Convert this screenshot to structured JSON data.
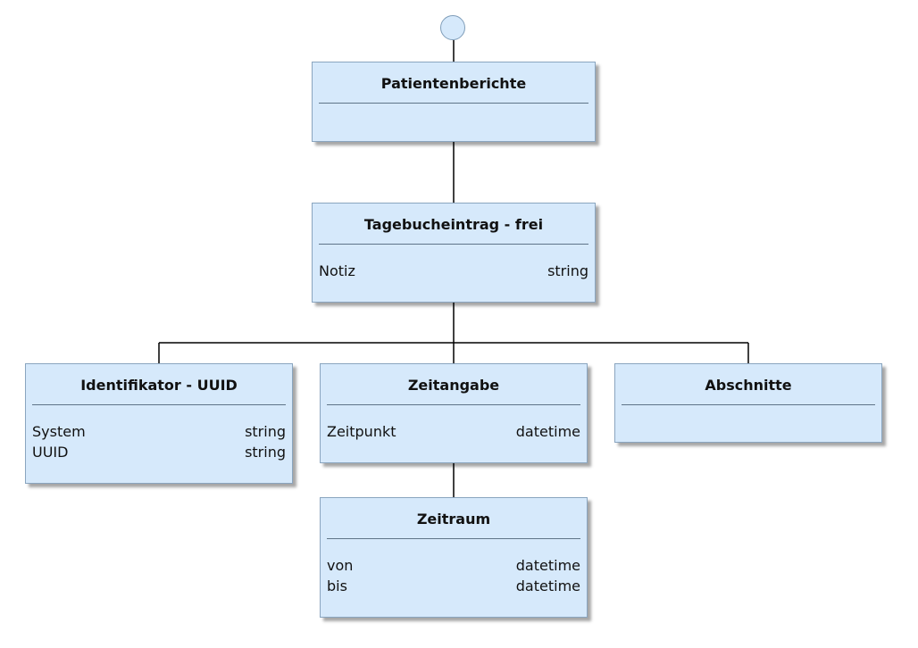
{
  "diagram": {
    "start": {
      "label": ""
    },
    "nodes": {
      "patientenberichte": {
        "title": "Patientenberichte",
        "attributes": []
      },
      "tagebucheintrag": {
        "title": "Tagebucheintrag - frei",
        "attributes": [
          {
            "name": "Notiz",
            "type": "string"
          }
        ]
      },
      "identifikator": {
        "title": "Identifikator - UUID",
        "attributes": [
          {
            "name": "System",
            "type": "string"
          },
          {
            "name": "UUID",
            "type": "string"
          }
        ]
      },
      "zeitangabe": {
        "title": "Zeitangabe",
        "attributes": [
          {
            "name": "Zeitpunkt",
            "type": "datetime"
          }
        ]
      },
      "abschnitte": {
        "title": "Abschnitte",
        "attributes": []
      },
      "zeitraum": {
        "title": "Zeitraum",
        "attributes": [
          {
            "name": "von",
            "type": "datetime"
          },
          {
            "name": "bis",
            "type": "datetime"
          }
        ]
      }
    },
    "edges": [
      {
        "from": "start",
        "to": "patientenberichte"
      },
      {
        "from": "patientenberichte",
        "to": "tagebucheintrag"
      },
      {
        "from": "tagebucheintrag",
        "to": "identifikator"
      },
      {
        "from": "tagebucheintrag",
        "to": "zeitangabe"
      },
      {
        "from": "tagebucheintrag",
        "to": "abschnitte"
      },
      {
        "from": "zeitangabe",
        "to": "zeitraum"
      }
    ],
    "colors": {
      "node_fill": "#d6e9fb",
      "node_border": "#8aa5bf",
      "connector": "#000000"
    }
  }
}
